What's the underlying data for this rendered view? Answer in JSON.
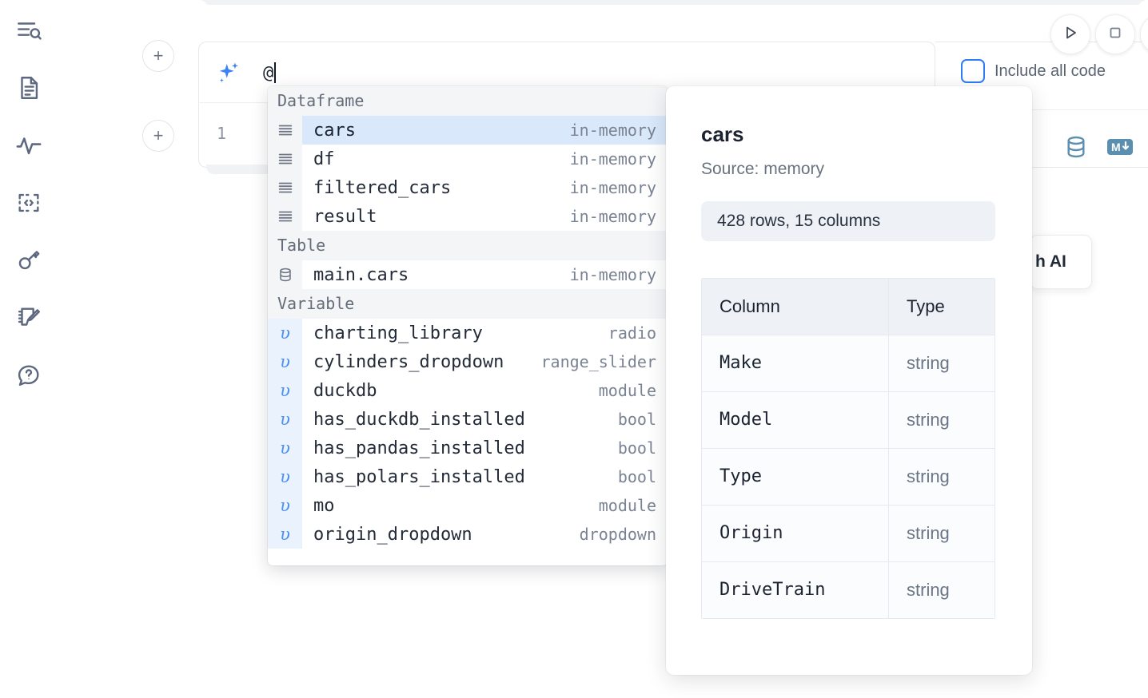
{
  "sidebar": {
    "items": [
      {
        "icon": "outline-search-icon",
        "name": "sidebar-item-outline"
      },
      {
        "icon": "document-icon",
        "name": "sidebar-item-notebook"
      },
      {
        "icon": "activity-pulse-icon",
        "name": "sidebar-item-activity"
      },
      {
        "icon": "code-snippet-icon",
        "name": "sidebar-item-snippets"
      },
      {
        "icon": "key-icon",
        "name": "sidebar-item-secrets"
      },
      {
        "icon": "notebook-edit-icon",
        "name": "sidebar-item-scratchpad"
      },
      {
        "icon": "help-chat-icon",
        "name": "sidebar-item-help"
      }
    ]
  },
  "toolbar": {
    "run_icon": "play-icon",
    "stop_icon": "stop-square-icon",
    "include_all_code_label": "Include all code",
    "include_all_code_checked": false,
    "database_icon": "database-icon",
    "markdown_icon": "markdown-icon",
    "add_cell_label": "+"
  },
  "ai_prompt": {
    "icon": "ai-sparkle-icon",
    "value": "@",
    "accent_color": "#3b82f6"
  },
  "code_cell": {
    "line_number": "1"
  },
  "ai_chip": {
    "label": "h AI"
  },
  "autocomplete": {
    "groups": [
      {
        "label": "Dataframe",
        "items": [
          {
            "icon": "dataframe-icon",
            "name": "cars",
            "meta": "in-memory",
            "selected": true,
            "kind": "df"
          },
          {
            "icon": "dataframe-icon",
            "name": "df",
            "meta": "in-memory",
            "selected": false,
            "kind": "df"
          },
          {
            "icon": "dataframe-icon",
            "name": "filtered_cars",
            "meta": "in-memory",
            "selected": false,
            "kind": "df"
          },
          {
            "icon": "dataframe-icon",
            "name": "result",
            "meta": "in-memory",
            "selected": false,
            "kind": "df"
          }
        ]
      },
      {
        "label": "Table",
        "items": [
          {
            "icon": "table-db-icon",
            "name": "main.cars",
            "meta": "in-memory",
            "selected": false,
            "kind": "df"
          }
        ]
      },
      {
        "label": "Variable",
        "items": [
          {
            "icon": "variable-icon",
            "name": "charting_library",
            "meta": "radio",
            "selected": false,
            "kind": "var"
          },
          {
            "icon": "variable-icon",
            "name": "cylinders_dropdown",
            "meta": "range_slider",
            "selected": false,
            "kind": "var"
          },
          {
            "icon": "variable-icon",
            "name": "duckdb",
            "meta": "module",
            "selected": false,
            "kind": "var"
          },
          {
            "icon": "variable-icon",
            "name": "has_duckdb_installed",
            "meta": "bool",
            "selected": false,
            "kind": "var"
          },
          {
            "icon": "variable-icon",
            "name": "has_pandas_installed",
            "meta": "bool",
            "selected": false,
            "kind": "var"
          },
          {
            "icon": "variable-icon",
            "name": "has_polars_installed",
            "meta": "bool",
            "selected": false,
            "kind": "var"
          },
          {
            "icon": "variable-icon",
            "name": "mo",
            "meta": "module",
            "selected": false,
            "kind": "var"
          },
          {
            "icon": "variable-icon",
            "name": "origin_dropdown",
            "meta": "dropdown",
            "selected": false,
            "kind": "var"
          }
        ]
      }
    ],
    "variable_glyph": "υ"
  },
  "preview": {
    "title": "cars",
    "source": "Source: memory",
    "shape": "428 rows, 15 columns",
    "columns_header": [
      "Column",
      "Type"
    ],
    "rows": [
      {
        "column": "Make",
        "type": "string"
      },
      {
        "column": "Model",
        "type": "string"
      },
      {
        "column": "Type",
        "type": "string"
      },
      {
        "column": "Origin",
        "type": "string"
      },
      {
        "column": "DriveTrain",
        "type": "string"
      }
    ]
  },
  "colors": {
    "accent_blue": "#3b82f6",
    "selection_blue": "#d9e8fb",
    "db_icon_blue": "#5b8fb0",
    "group_header_bg": "#f4f5f7",
    "text_dark": "#1b2230",
    "text_muted": "#7a8393"
  }
}
